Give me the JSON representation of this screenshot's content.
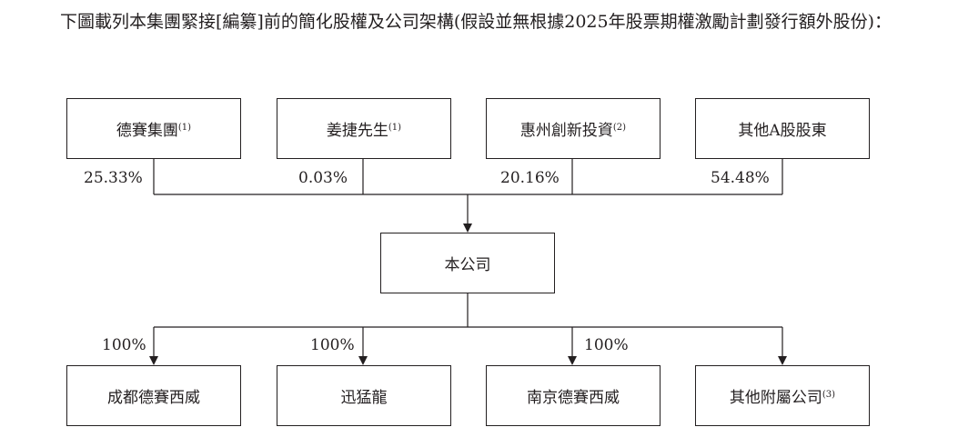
{
  "intro_text": "下圖載列本集團緊接[編纂]前的簡化股權及公司架構(假設並無根據2025年股票期權激勵計劃發行額外股份)：",
  "shareholders": [
    {
      "name": "德賽集團",
      "note": "(1)",
      "pct": "25.33%"
    },
    {
      "name": "姜捷先生",
      "note": "(1)",
      "pct": "0.03%"
    },
    {
      "name": "惠州創新投資",
      "note": "(2)",
      "pct": "20.16%"
    },
    {
      "name": "其他A股股東",
      "note": "",
      "pct": "54.48%"
    }
  ],
  "company": "本公司",
  "subsidiaries": [
    {
      "name": "成都德賽西威",
      "note": "",
      "pct": "100%"
    },
    {
      "name": "迅猛龍",
      "note": "",
      "pct": "100%"
    },
    {
      "name": "南京德賽西威",
      "note": "",
      "pct": "100%"
    },
    {
      "name": "其他附屬公司",
      "note": "(3)",
      "pct": ""
    }
  ]
}
